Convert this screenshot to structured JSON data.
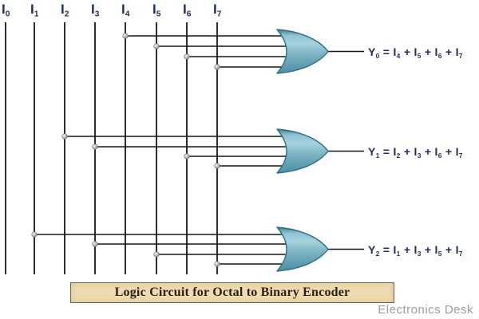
{
  "diagram": {
    "type": "logic-circuit",
    "inputs": [
      {
        "base": "I",
        "sub": "0"
      },
      {
        "base": "I",
        "sub": "1"
      },
      {
        "base": "I",
        "sub": "2"
      },
      {
        "base": "I",
        "sub": "3"
      },
      {
        "base": "I",
        "sub": "4"
      },
      {
        "base": "I",
        "sub": "5"
      },
      {
        "base": "I",
        "sub": "6"
      },
      {
        "base": "I",
        "sub": "7"
      }
    ],
    "gates": [
      {
        "type": "OR",
        "output_base": "Y",
        "output_sub": "0",
        "input_base": "I",
        "input_subs": [
          "4",
          "5",
          "6",
          "7"
        ],
        "equation": "Y0 = I4 + I5 + I6 + I7"
      },
      {
        "type": "OR",
        "output_base": "Y",
        "output_sub": "1",
        "input_base": "I",
        "input_subs": [
          "2",
          "3",
          "6",
          "7"
        ],
        "equation": "Y1 = I2 + I3 + I6 + I7"
      },
      {
        "type": "OR",
        "output_base": "Y",
        "output_sub": "2",
        "input_base": "I",
        "input_subs": [
          "1",
          "3",
          "5",
          "7"
        ],
        "equation": "Y2 = I1 + I3 + I5 + I7"
      }
    ],
    "caption": "Logic Circuit for Octal to Binary Encoder",
    "watermark": "Electronics Desk"
  },
  "colors": {
    "background": "#ffffff",
    "label_text": "#1f2d5e",
    "wire": "#161616",
    "gate_fill_top": "#40798f",
    "gate_fill_highlight": "#a5d2dd",
    "gate_fill_bottom": "#4a8fa6",
    "gate_stroke": "#2d6e86",
    "junction_dot": "#9a9a9a",
    "caption_bg": "#eedcb0",
    "caption_border": "#6b6353",
    "caption_text": "#2a2116",
    "watermark_text": "#9c9c9c"
  }
}
